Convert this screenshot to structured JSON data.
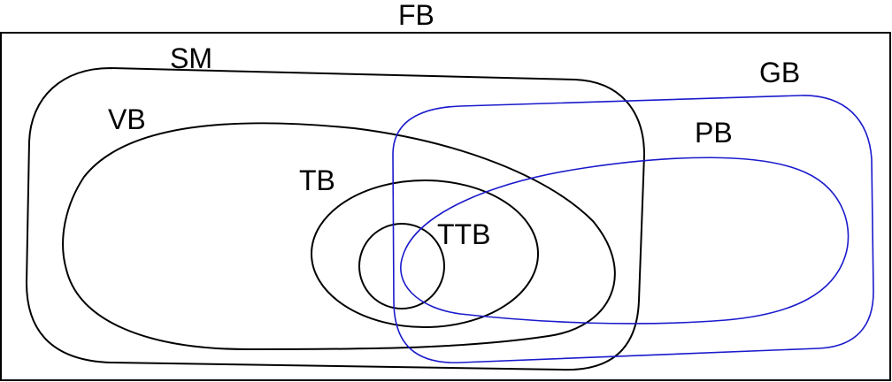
{
  "diagram": {
    "title": "FB",
    "regions": [
      {
        "key": "sm",
        "label": "SM"
      },
      {
        "key": "vb",
        "label": "VB"
      },
      {
        "key": "tb",
        "label": "TB"
      },
      {
        "key": "ttb",
        "label": "TTB"
      },
      {
        "key": "gb",
        "label": "GB"
      },
      {
        "key": "pb",
        "label": "PB"
      }
    ],
    "colors": {
      "black_sets": "#000000",
      "blue_sets": "#1a1acc",
      "background": "#ffffff"
    }
  }
}
